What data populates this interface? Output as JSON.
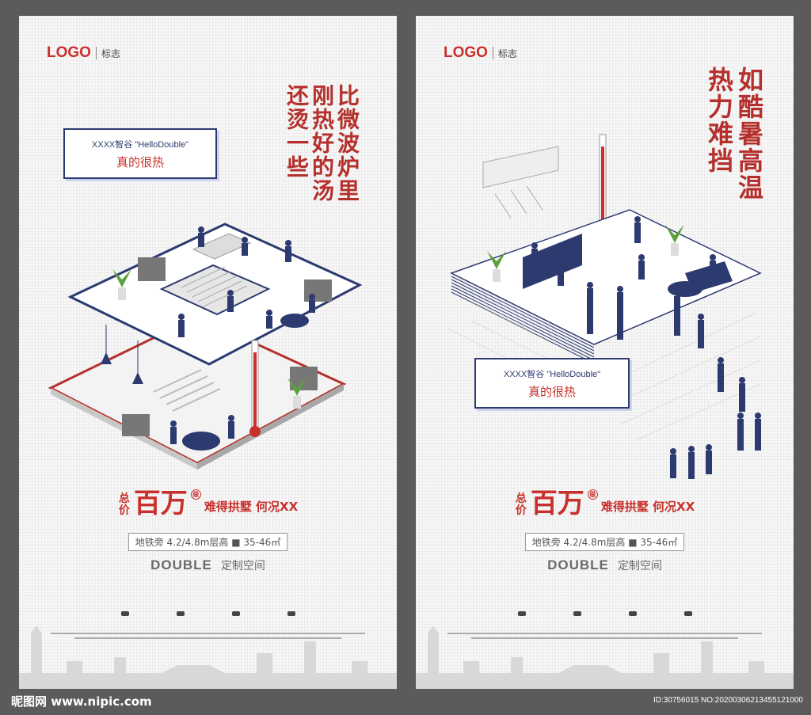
{
  "left": {
    "logo": "LOGO",
    "logo_sub": "标志",
    "headline_col1": "比微波炉里",
    "headline_col2": "刚热好的汤",
    "headline_col3": "还烫一些",
    "bubble_line1": "XXXX智谷 \"HelloDouble\"",
    "bubble_line2": "真的很热",
    "price_zong": "总价",
    "price_big": "百万",
    "price_circ": "级",
    "price_rest": "难得拱墅 何况XX",
    "spec": "地铁旁 4.2/4.8m层高 ■ 35-46㎡",
    "brand_main": "DOUBLE",
    "brand_sub": "定制空间"
  },
  "right": {
    "logo": "LOGO",
    "logo_sub": "标志",
    "headline_col1": "如酷暑高温",
    "headline_col2": "热力难挡",
    "bubble_line1": "XXXX智谷 \"HelloDouble\"",
    "bubble_line2": "真的很热",
    "price_zong": "总价",
    "price_big": "百万",
    "price_circ": "级",
    "price_rest": "难得拱墅 何况XX",
    "spec": "地铁旁 4.2/4.8m层高 ■ 35-46㎡",
    "brand_main": "DOUBLE",
    "brand_sub": "定制空间"
  },
  "watermark": {
    "left": "昵图网 www.nipic.com",
    "right": "ID:30756015 NO:20200306213455121000"
  },
  "colors": {
    "accent_red": "#c8302c",
    "navy": "#2d3a70",
    "background": "#5b5b5b"
  }
}
